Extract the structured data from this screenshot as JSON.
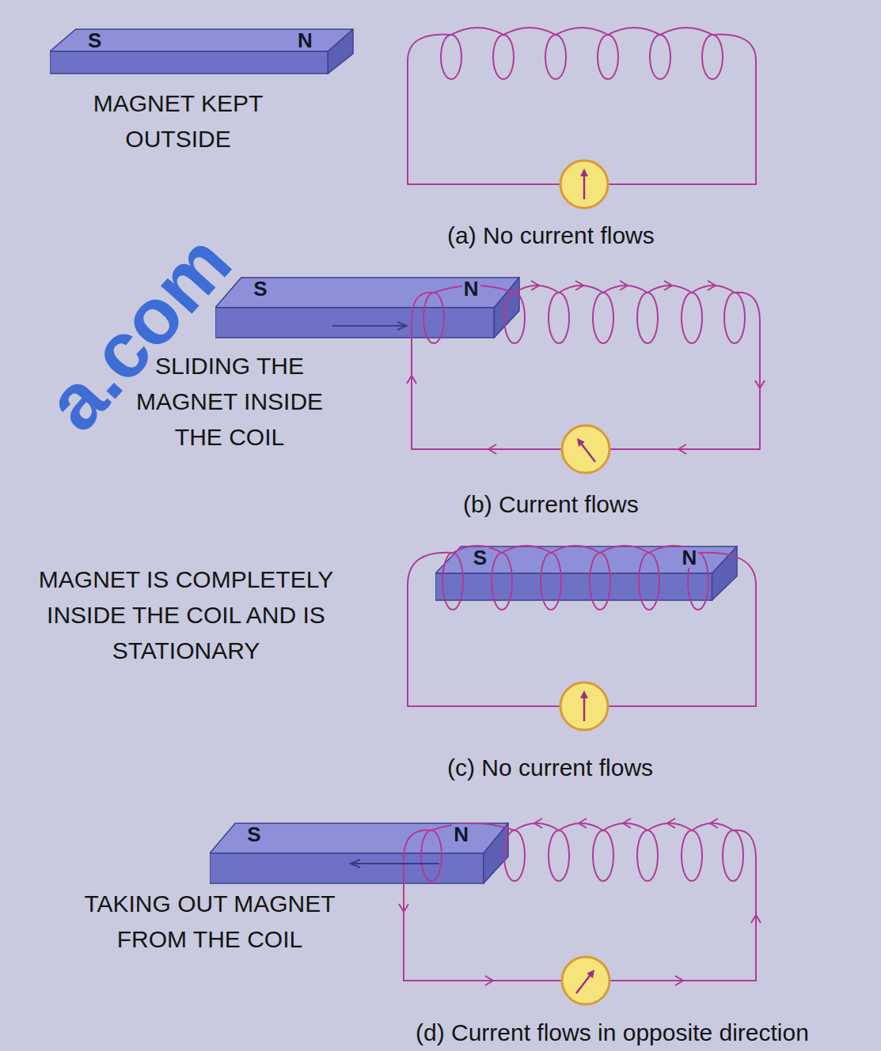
{
  "diagram": {
    "nodes": [
      {
        "text": [
          "S",
          "N"
        ]
      },
      {
        "text": [
          "S",
          "N"
        ]
      },
      {
        "text": [
          "S",
          "N"
        ]
      },
      {
        "text": [
          "S",
          "N"
        ]
      }
    ],
    "labels": [
      "MAGNET KEPT OUTSIDE",
      "(a) No current flows",
      "SLIDING THE MAGNET INSIDE THE COIL",
      "(b) Current flows",
      "MAGNET IS COMPLETELY INSIDE THE COIL AND IS STATIONARY",
      "(c) No current flows",
      "TAKING OUT MAGNET FROM THE COIL",
      "(d) Current flows in opposite direction",
      "a.com"
    ]
  }
}
